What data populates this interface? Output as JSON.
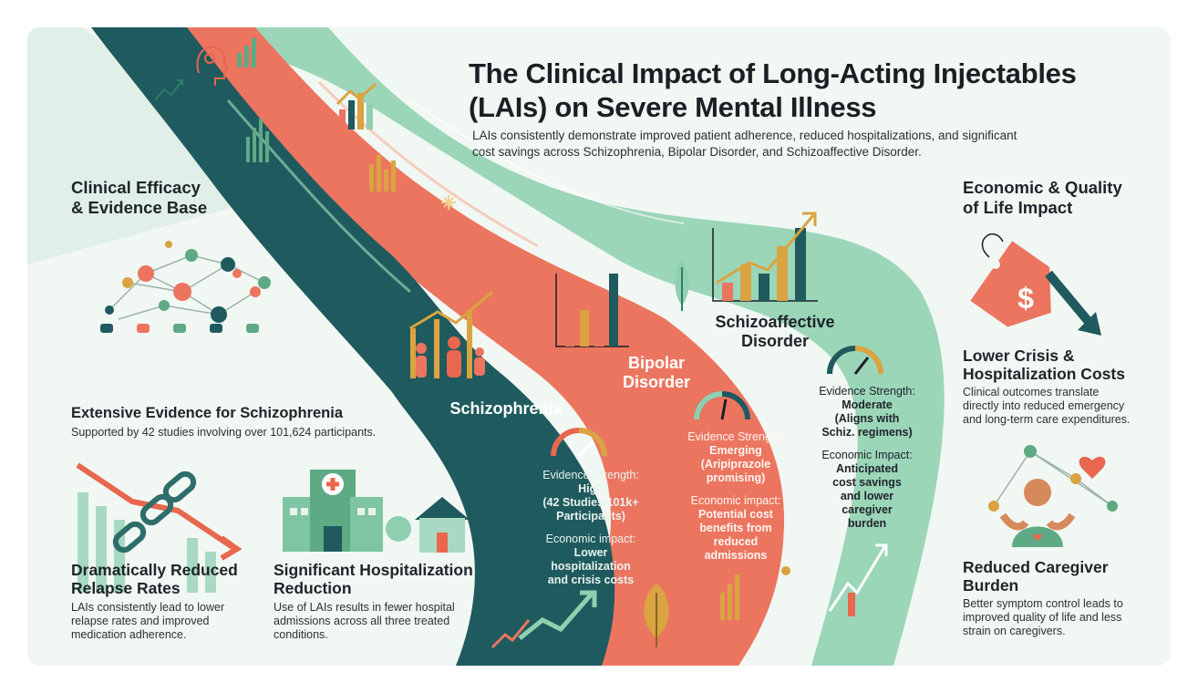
{
  "title": {
    "line1": "The Clinical Impact of Long-Acting Injectables",
    "line2": "(LAIs) on Severe Mental Illness"
  },
  "subtitle": {
    "line1": "LAIs consistently demonstrate improved patient adherence, reduced hospitalizations, and significant",
    "line2": "cost savings across Schizophrenia, Bipolar Disorder, and Schizoaffective Disorder."
  },
  "left": {
    "heading": {
      "line1": "Clinical Efficacy",
      "line2": "& Evidence Base"
    },
    "evidence": {
      "title": "Extensive Evidence for Schizophrenia",
      "text": "Supported by 42 studies involving over 101,624 participants."
    },
    "relapse": {
      "title1": "Dramatically Reduced",
      "title2": "Relapse Rates",
      "t1": "LAIs consistently lead to lower",
      "t2": "relapse rates and improved",
      "t3": "medication adherence."
    },
    "hospital": {
      "title1": "Significant Hospitalization",
      "title2": "Reduction",
      "t1": "Use of LAIs results in fewer hospital",
      "t2": "admissions across all three treated",
      "t3": "conditions."
    }
  },
  "rivers": {
    "schizophrenia": {
      "name": "Schizophrenia",
      "strength_label": "Evidence Strength:",
      "strength_1": "High",
      "strength_2": "(42 Studies/101k+",
      "strength_3": "Participants)",
      "impact_label": "Economic impact:",
      "impact_1": "Lower",
      "impact_2": "hospitalization",
      "impact_3": "and crisis costs"
    },
    "bipolar": {
      "name1": "Bipolar",
      "name2": "Disorder",
      "strength_label": "Evidence Strength:",
      "strength_1": "Emerging",
      "strength_2": "(Aripiprazole",
      "strength_3": "promising)",
      "impact_label": "Economic impact:",
      "impact_1": "Potential cost",
      "impact_2": "benefits from",
      "impact_3": "reduced",
      "impact_4": "admissions"
    },
    "schizoaffective": {
      "name1": "Schizoaffective",
      "name2": "Disorder",
      "strength_label": "Evidence Strength:",
      "strength_1": "Moderate",
      "strength_2": "(Aligns with",
      "strength_3": "Schiz. regimens)",
      "impact_label": "Economic Impact:",
      "impact_1": "Anticipated",
      "impact_2": "cost savings",
      "impact_3": "and lower",
      "impact_4": "caregiver",
      "impact_5": "burden"
    }
  },
  "right": {
    "heading": {
      "line1": "Economic & Quality",
      "line2": "of Life Impact"
    },
    "crisis": {
      "title1": "Lower Crisis &",
      "title2": "Hospitalization Costs",
      "t1": "Clinical outcomes translate",
      "t2": "directly into reduced emergency",
      "t3": "and long-term care expenditures."
    },
    "caregiver": {
      "title1": "Reduced Caregiver",
      "title2": "Burden",
      "t1": "Better symptom control leads to",
      "t2": "improved quality of life and less",
      "t3": "strain on caregivers."
    }
  },
  "icons": {
    "price_tag_symbol": "$"
  },
  "colors": {
    "teal": "#1f5a5e",
    "coral": "#ec7560",
    "mint": "#8fd0b0",
    "gold": "#d9a441",
    "background": "#f1f7f3"
  }
}
